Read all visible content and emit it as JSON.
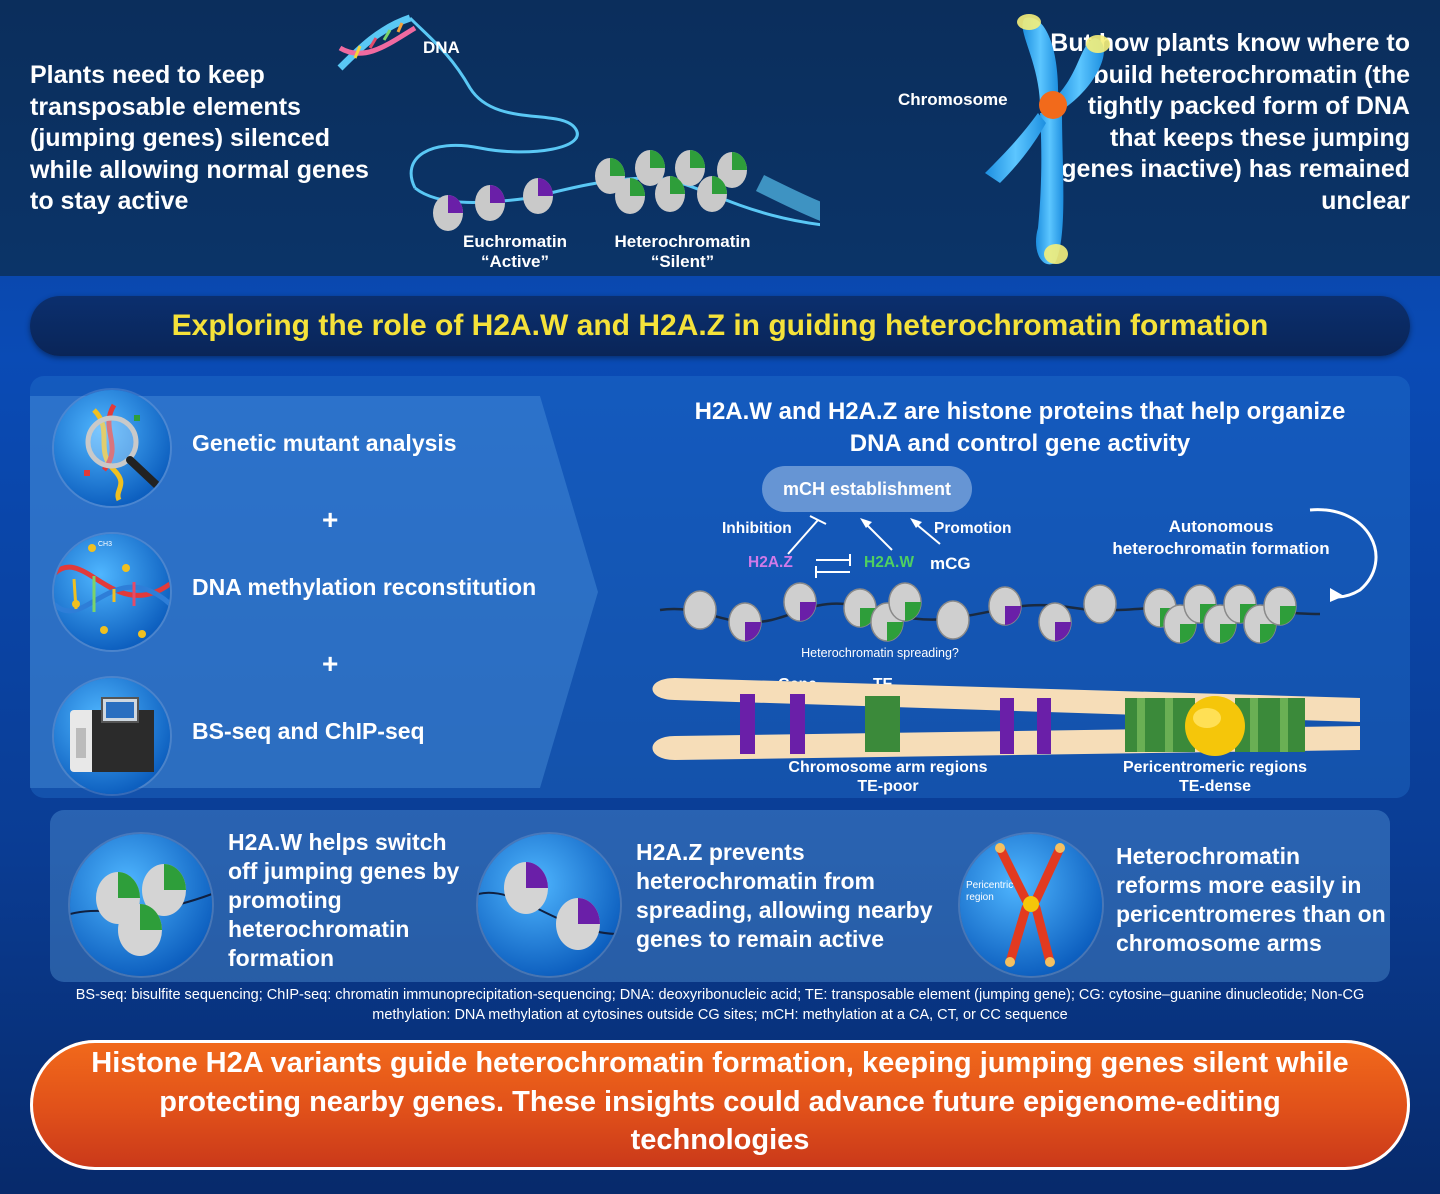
{
  "intro": {
    "left_text": "Plants need to keep transposable elements (jumping genes) silenced while allowing normal genes to stay active",
    "right_text": "But how plants know where to build heterochromatin (the tightly packed form of DNA that keeps these jumping genes inactive) has remained unclear",
    "dna_label": "DNA",
    "chromosome_label": "Chromosome",
    "euchromatin_label": "Euchromatin",
    "euchromatin_state": "“Active”",
    "heterochromatin_label": "Heterochromatin",
    "heterochromatin_state": "“Silent”"
  },
  "title": "Exploring the role of H2A.W and H2A.Z in guiding heterochromatin formation",
  "methods": {
    "items": [
      "Genetic mutant analysis",
      "DNA methylation reconstitution",
      "BS-seq and ChIP-seq"
    ],
    "plus": "+",
    "ch3": "CH3"
  },
  "model": {
    "heading_line1": "H2A.W and H2A.Z are histone proteins that help organize",
    "heading_line2": "DNA and control gene activity",
    "mch_label": "mCH establishment",
    "inhibition": "Inhibition",
    "promotion": "Promotion",
    "h2az": "H2A.Z",
    "h2aw": "H2A.W",
    "mcg": "mCG",
    "autonomous_line1": "Autonomous",
    "autonomous_line2": "heterochromatin formation",
    "spreading": "Heterochromatin spreading?",
    "gene": "Gene",
    "te": "TE",
    "arm_line1": "Chromosome arm regions",
    "arm_line2": "TE-poor",
    "peri_line1": "Pericentromeric regions",
    "peri_line2": "TE-dense"
  },
  "findings": {
    "f1": "H2A.W helps switch off jumping genes by promoting heterochromatin formation",
    "f2": "H2A.Z prevents heterochromatin from spreading, allowing nearby genes to remain active",
    "f3": "Heterochromatin reforms more easily in pericentromeres than on chromosome arms",
    "pericentric_line1": "Pericentric",
    "pericentric_line2": "region"
  },
  "abbreviations": "BS-seq: bisulfite sequencing; ChIP-seq: chromatin immunoprecipitation-sequencing; DNA: deoxyribonucleic acid; TE: transposable element (jumping gene); CG: cytosine–guanine dinucleotide; Non-CG methylation: DNA methylation at cytosines outside CG sites; mCH: methylation at a CA, CT, or CC sequence",
  "conclusion": "Histone H2A variants guide heterochromatin formation, keeping jumping genes silent while protecting nearby genes. These insights could advance future epigenome-editing technologies",
  "colors": {
    "title_yellow": "#f5e23a",
    "h2aw_green": "#2e9e3a",
    "h2az_purple": "#6a1fa8",
    "conclusion_orange": "#e0501a",
    "chromosome_blue": "#3ab0f0"
  }
}
